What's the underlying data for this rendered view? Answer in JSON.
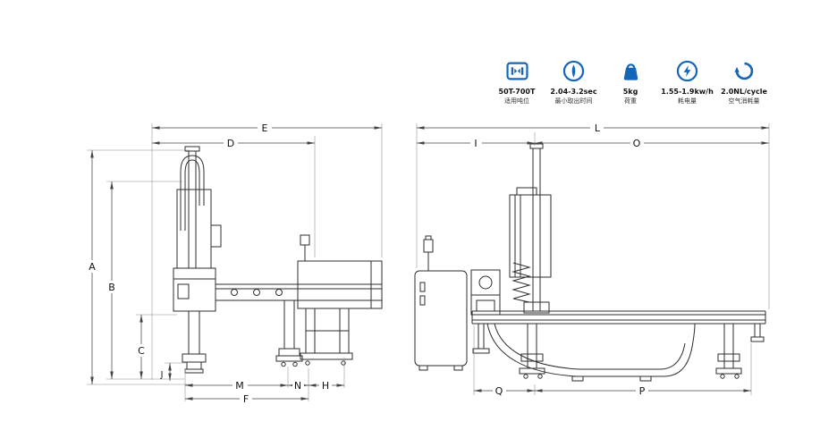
{
  "specs": [
    {
      "icon": "clamp-tonnage-icon",
      "value": "50T-700T",
      "label": "适用吨位"
    },
    {
      "icon": "takeout-time-icon",
      "value": "2.04-3.2sec",
      "label": "最小取出时间"
    },
    {
      "icon": "payload-icon",
      "value": "5kg",
      "label": "荷重"
    },
    {
      "icon": "power-consumption-icon",
      "value": "1.55-1.9kw/h",
      "label": "耗电量"
    },
    {
      "icon": "air-consumption-icon",
      "value": "2.0NL/cycle",
      "label": "空气消耗量"
    }
  ],
  "colors": {
    "accent_blue": "#1566b7",
    "line_dark": "#2e2e2e",
    "background": "#ffffff"
  },
  "views": {
    "front": {
      "dims": {
        "A": "A",
        "B": "B",
        "C": "C",
        "D": "D",
        "E": "E",
        "F": "F",
        "H": "H",
        "J": "J",
        "M": "M",
        "N": "N"
      }
    },
    "side": {
      "dims": {
        "I": "I",
        "L": "L",
        "O": "O",
        "P": "P",
        "Q": "Q"
      }
    }
  }
}
